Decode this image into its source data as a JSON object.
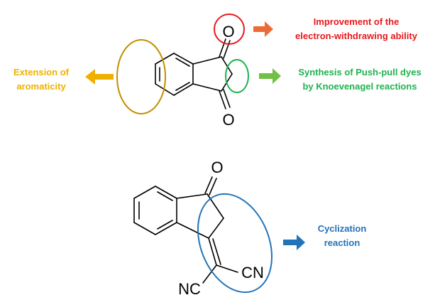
{
  "colors": {
    "red": "#e8181c",
    "gold": "#bf9000",
    "yellow": "#f0b000",
    "green": "#1db34e",
    "blue": "#2373b8",
    "orange_arrow": "#ed6b36",
    "green_arrow": "#70bf46"
  },
  "top_molecule": {
    "atom_o_top": "O",
    "atom_o_bottom": "O"
  },
  "bottom_molecule": {
    "atom_o": "O",
    "atom_cn": "CN",
    "atom_nc": "NC"
  },
  "annotations": {
    "improvement": [
      "Improvement of the",
      "electron-withdrawing ability"
    ],
    "extension": [
      "Extension of",
      "aromaticity"
    ],
    "synthesis": [
      "Synthesis of Push-pull dyes",
      "by Knoevenagel reactions"
    ],
    "cyclization": [
      "Cyclization",
      "reaction"
    ]
  }
}
